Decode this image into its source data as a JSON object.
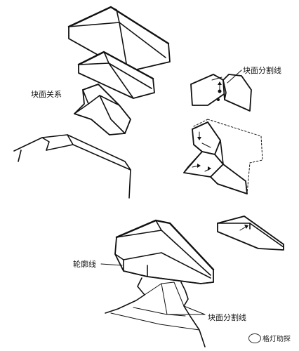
{
  "labels": {
    "block_relation": "块面关系",
    "block_division_top": "块面分割线",
    "contour_line": "轮廓线",
    "block_division_bottom": "块面分割线"
  },
  "watermark": {
    "text": "格灯助探",
    "icon": "wechat-bubble-icon"
  }
}
